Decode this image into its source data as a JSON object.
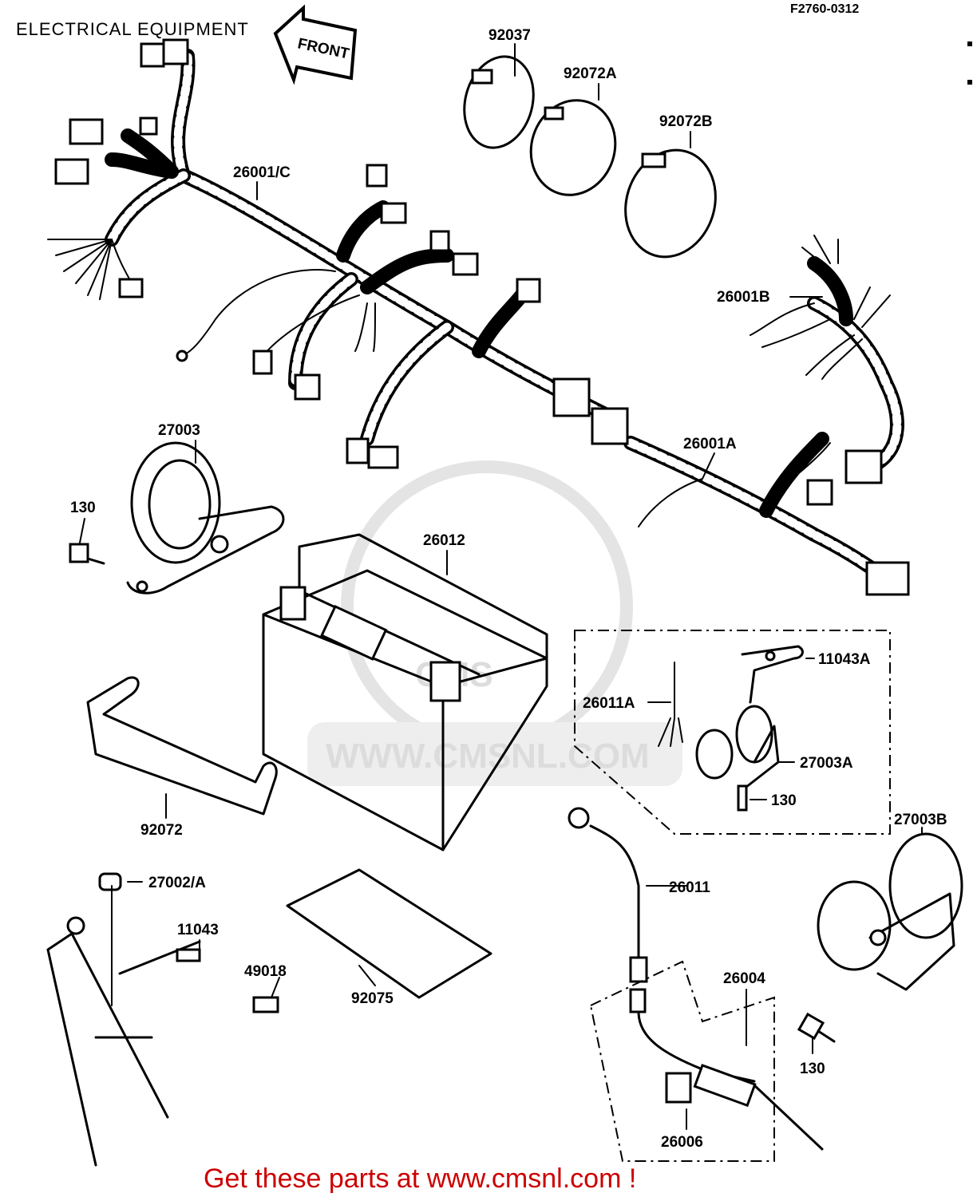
{
  "header": {
    "title": "ELECTRICAL EQUIPMENT",
    "drawing_code": "F2760-0312",
    "front_arrow": "FRONT"
  },
  "watermark": {
    "url": "WWW.CMSNL.COM",
    "logo_text": "CMS"
  },
  "footer": {
    "text": "Get these parts at www.cmsnl.com !",
    "color": "#cc0000"
  },
  "parts": {
    "p92037": "92037",
    "p92072A": "92072A",
    "p92072B": "92072B",
    "p26001C": "26001/C",
    "p26001B": "26001B",
    "p26001A": "26001A",
    "p27003": "27003",
    "p130_horn": "130",
    "p26012": "26012",
    "p11043A": "11043A",
    "p26011A": "26011A",
    "p27003A": "27003A",
    "p130_inset": "130",
    "p27003B": "27003B",
    "p92072": "92072",
    "p27002A": "27002/A",
    "p26011": "26011",
    "p11043": "11043",
    "p49018": "49018",
    "p92075": "92075",
    "p26004": "26004",
    "p130_lower": "130",
    "p26006": "26006"
  }
}
